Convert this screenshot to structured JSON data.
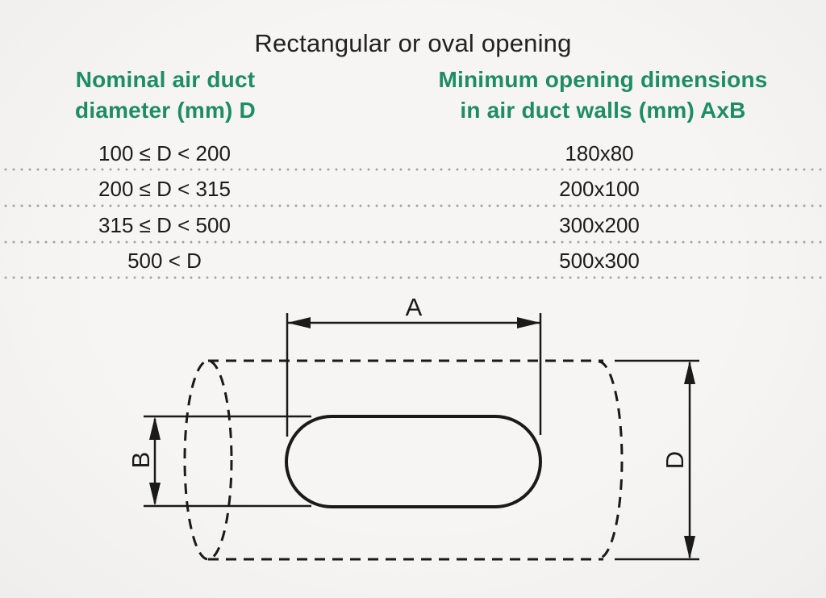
{
  "title": "Rectangular or oval opening",
  "table": {
    "columns": [
      {
        "id": "diameter",
        "header_line1": "Nominal air duct",
        "header_line2": "diameter (mm) D"
      },
      {
        "id": "opening",
        "header_line1": "Minimum opening dimensions",
        "header_line2": "in air duct walls (mm) AxB"
      }
    ],
    "rows": [
      {
        "diameter_range": "100 ≤ D < 200",
        "opening": "180x80"
      },
      {
        "diameter_range": "200 ≤ D < 315",
        "opening": "200x100"
      },
      {
        "diameter_range": "315 ≤ D < 500",
        "opening": "300x200"
      },
      {
        "diameter_range": "500 < D",
        "opening": "500x300"
      }
    ]
  },
  "diagram": {
    "labels": {
      "opening_width": "A",
      "opening_height": "B",
      "duct_diameter": "D"
    }
  },
  "colors": {
    "accent_green": "#1e8c67",
    "text": "#1c1c1c",
    "background": "#f5f4f2",
    "dotted_line": "#a3a3a3",
    "line": "#1a1a1a"
  }
}
